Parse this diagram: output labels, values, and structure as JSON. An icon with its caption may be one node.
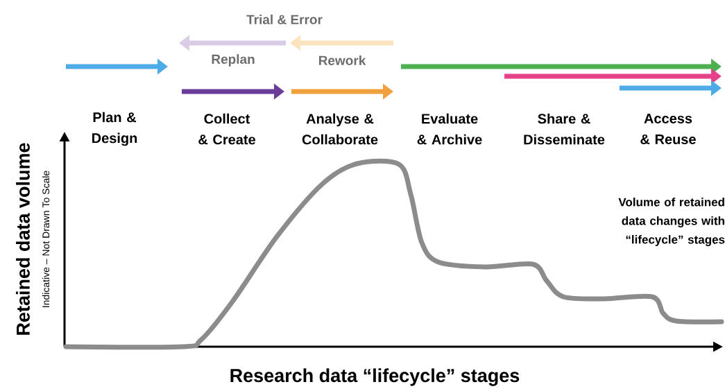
{
  "diagram": {
    "labels": [
      "Trial & Error",
      "Replan",
      "Rework",
      "Plan & Design",
      "Collect & Create",
      "Analyse & Collaborate",
      "Evaluate & Archive",
      "Share & Disseminate",
      "Access & Reuse",
      "Retained data volume",
      "Indicative – Not Drawn To Scale",
      "Volume of retained data changes with “lifecycle” stages",
      "Research data “lifecycle” stages"
    ]
  }
}
